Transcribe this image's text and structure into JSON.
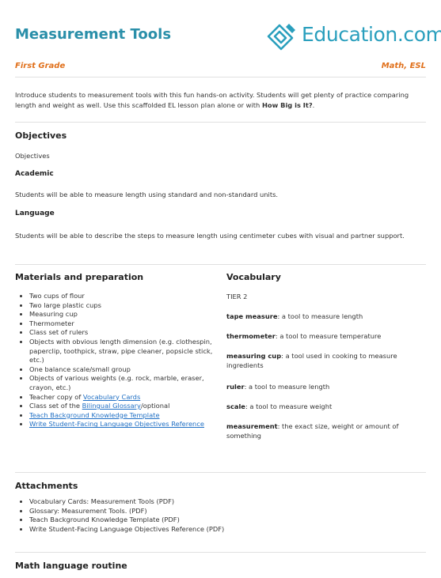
{
  "header": {
    "title": "Measurement Tools",
    "logo_text": "Education.com",
    "grade": "First Grade",
    "subject": "Math, ESL"
  },
  "intro": {
    "text": "Introduce students to measurement tools with this fun hands-on activity. Students will get plenty of practice comparing length and weight as well. Use this scaffolded EL lesson plan alone or with ",
    "link": "How Big is It?",
    "end": "."
  },
  "objectives": {
    "heading": "Objectives",
    "sub": "Objectives",
    "academic_heading": "Academic",
    "academic_text": "Students will be able to measure length using standard and non-standard units.",
    "language_heading": "Language",
    "language_text": "Students will be able to describe the steps to measure length using centimeter cubes with visual and partner support."
  },
  "materials": {
    "heading": "Materials and preparation",
    "items": [
      "Two cups of flour",
      "Two large plastic cups",
      "Measuring cup",
      "Thermometer",
      "Class set of rulers",
      "Objects with obvious length dimension (e.g. clothespin, paperclip, toothpick, straw, pipe cleaner, popsicle stick, etc.)",
      "One balance scale/small group",
      "Objects of various weights (e.g. rock, marble, eraser, crayon, etc.)"
    ],
    "teacher_copy_prefix": "Teacher copy of ",
    "teacher_copy_link": "Vocabulary Cards",
    "class_set_prefix": "Class set of the ",
    "class_set_link": "Bilingual Glossary",
    "class_set_suffix": "/optional",
    "link_item_1": "Teach Background Knowledge Template",
    "link_item_2": "Write Student-Facing Language Objectives Reference"
  },
  "vocabulary": {
    "heading": "Vocabulary",
    "tier": "TIER 2",
    "terms": [
      {
        "term": "tape measure",
        "def": ": a tool to measure length"
      },
      {
        "term": "thermometer",
        "def": ": a tool to measure temperature"
      },
      {
        "term": "measuring cup",
        "def": ": a tool used in cooking to measure ingredients"
      },
      {
        "term": "ruler",
        "def": ": a tool to measure length"
      },
      {
        "term": "scale",
        "def": ": a tool to measure weight"
      },
      {
        "term": "measurement",
        "def": ": the exact size, weight or amount of something"
      }
    ]
  },
  "attachments": {
    "heading": "Attachments",
    "items": [
      "Vocabulary Cards: Measurement Tools (PDF)",
      "Glossary: Measurement Tools. (PDF)",
      "Teach Background Knowledge Template (PDF)",
      "Write Student-Facing Language Objectives Reference (PDF)"
    ]
  },
  "routine": {
    "heading": "Math language routine"
  },
  "colors": {
    "title": "#2a8fa9",
    "logo": "#2a9fbd",
    "grade": "#e0701b",
    "link": "#1f6fc4"
  }
}
